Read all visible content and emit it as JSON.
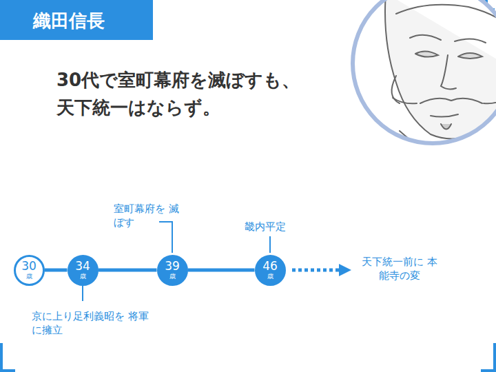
{
  "diagram": {
    "title": "織田信長",
    "nodes": [
      {
        "text": [
          "30",
          "歳"
        ]
      },
      {
        "text": [
          "34",
          "歳"
        ]
      },
      {
        "text": [
          "39",
          "歳"
        ]
      },
      {
        "text": [
          "46",
          "歳"
        ]
      }
    ],
    "edges": [
      {
        "from": 0,
        "to": 1,
        "arrow": "none"
      },
      {
        "from": 1,
        "to": 2,
        "arrow": "none"
      },
      {
        "from": 2,
        "to": 3,
        "arrow": "none"
      }
    ],
    "labels": [
      "30代で室町幕府を滅ぼすも、 天下統一はならず。",
      "室町幕府を 滅ぼす",
      "畿内平定",
      "京に上り足利義昭を 将軍に擁立",
      "天下統一前に 本能寺の変"
    ]
  }
}
